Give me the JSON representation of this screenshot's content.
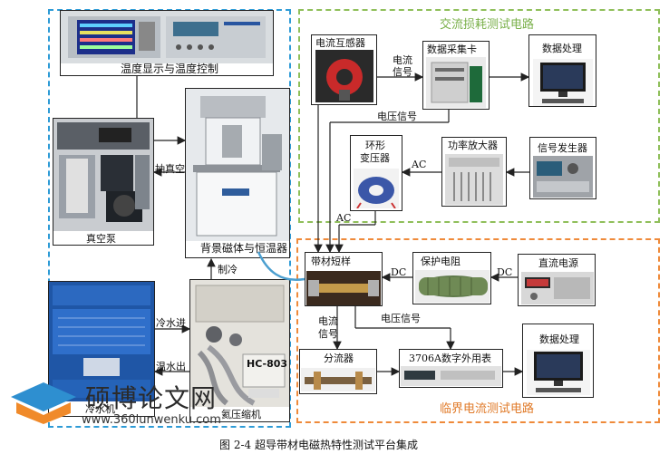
{
  "labels": {
    "temp_display": "温度显示与温度控制",
    "pump_vacuum": "抽真空",
    "vacuum_pump": "真空泵",
    "magnet": "背景磁体与恒温器",
    "cooling": "制冷",
    "water_in": "冷水进",
    "water_out": "温水出",
    "chiller": "冷水机",
    "compressor": "氦压缩机",
    "ac_title": "交流损耗测试电路",
    "ct": "电流互感器",
    "daq": "数据采集卡",
    "data_proc_top": "数据处理",
    "current_signal_top_1": "电流",
    "current_signal_top_2": "信号",
    "voltage_signal_top": "电压信号",
    "toroidal_1": "环形",
    "toroidal_2": "变压器",
    "amplifier": "功率放大器",
    "signal_gen": "信号发生器",
    "ac_1": "AC",
    "ac_2": "AC",
    "sample": "带材短样",
    "protect_r": "保护电阻",
    "dc_1": "DC",
    "dc_2": "DC",
    "dc_source": "直流电源",
    "current_signal_bottom_1": "电流",
    "current_signal_bottom_2": "信号",
    "voltage_signal_bottom": "电压信号",
    "shunt": "分流器",
    "multimeter": "3706A数字外用表",
    "data_proc_bottom": "数据处理",
    "crit_title": "临界电流测试电路",
    "compressor_model": "HC-803"
  },
  "watermark": {
    "text": "硕博论文网",
    "url": "www.360lunwenku.com"
  },
  "caption": "图 2-4  超导带材电磁热特性测试平台集成",
  "colors": {
    "blue_dash": "#2e9bd6",
    "green_dash": "#8fbf5a",
    "orange_dash": "#ef8a3a",
    "green_title": "#7ab04a",
    "orange_title": "#e07a28"
  }
}
